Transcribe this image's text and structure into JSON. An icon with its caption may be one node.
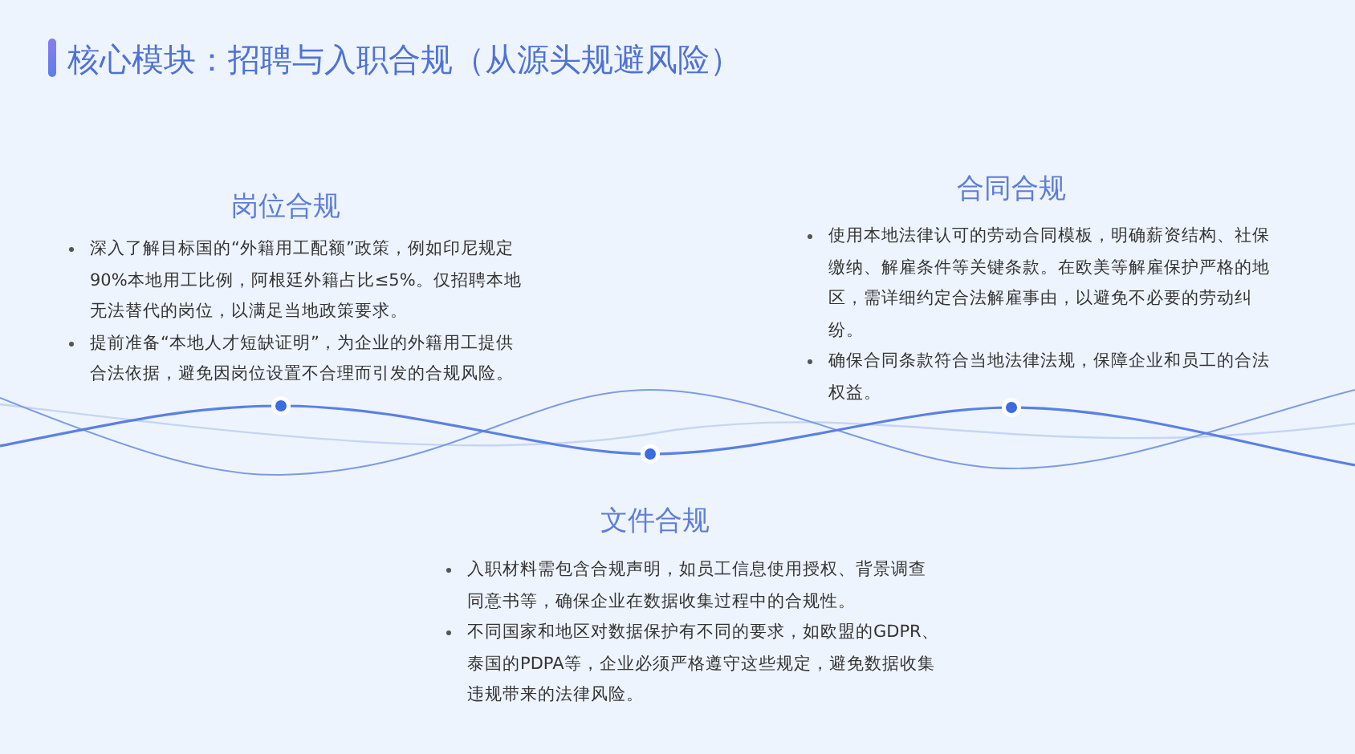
{
  "diagram": {
    "title": "核心模块：招聘与入职合规（从源头规避风险）",
    "labels": [
      "岗位合规",
      "深入了解目标国的“外籍用工配额”政策，例如印尼规定90%本地用工比例，阿根廷外籍占比≤5%。仅招聘本地无法替代的岗位，以满足当地政策要求。",
      "提前准备“本地人才短缺证明”，为企业的外籍用工提供合法依据，避免因岗位设置不合理而引发的合规风险。",
      "合同合规",
      "使用本地法律认可的劳动合同模板，明确薪资结构、社保缴纳、解雇条件等关键条款。在欧美等解雇保护严格的地区，需详细约定合法解雇事由，以避免不必要的劳动纠纷。",
      "确保合同条款符合当地法律法规，保障企业和员工的合法权益。",
      "文件合规",
      "入职材料需包含合规声明，如员工信息使用授权、背景调查同意书等，确保企业在数据收集过程中的合规性。",
      "不同国家和地区对数据保护有不同的要求，如欧盟的GDPR、泰国的PDPA等，企业必须严格遵守这些规定，避免数据收集违规带来的法律风险。"
    ]
  }
}
